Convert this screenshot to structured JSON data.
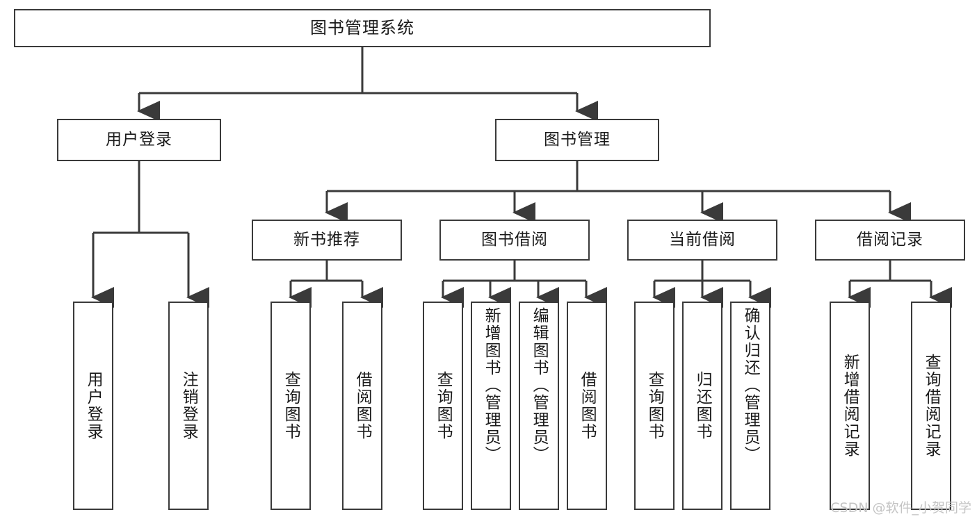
{
  "diagram": {
    "title": "图书管理系统",
    "type": "tree-hierarchy-chart",
    "line_color": "#3a3a3a",
    "box_fill": "#ffffff",
    "text_color": "#1a1a1a"
  },
  "root": {
    "label": "图书管理系统"
  },
  "level2": [
    {
      "label": "用户登录"
    },
    {
      "label": "图书管理"
    }
  ],
  "level3": [
    {
      "label": "新书推荐"
    },
    {
      "label": "图书借阅"
    },
    {
      "label": "当前借阅"
    },
    {
      "label": "借阅记录"
    }
  ],
  "leaves": {
    "user_login": [
      {
        "label": "用户登录"
      },
      {
        "label": "注销登录"
      }
    ],
    "new_book": [
      {
        "label": "查询图书"
      },
      {
        "label": "借阅图书"
      }
    ],
    "book_borrow": [
      {
        "label": "查询图书"
      },
      {
        "label": "新增图书（管理员）"
      },
      {
        "label": "编辑图书（管理员）"
      },
      {
        "label": "借阅图书"
      }
    ],
    "current_borrow": [
      {
        "label": "查询图书"
      },
      {
        "label": "归还图书"
      },
      {
        "label": "确认归还（管理员）"
      }
    ],
    "borrow_record": [
      {
        "label": "新增借阅记录"
      },
      {
        "label": "查询借阅记录"
      }
    ]
  },
  "watermark": {
    "text": "CSDN @软件_小贺同学"
  }
}
